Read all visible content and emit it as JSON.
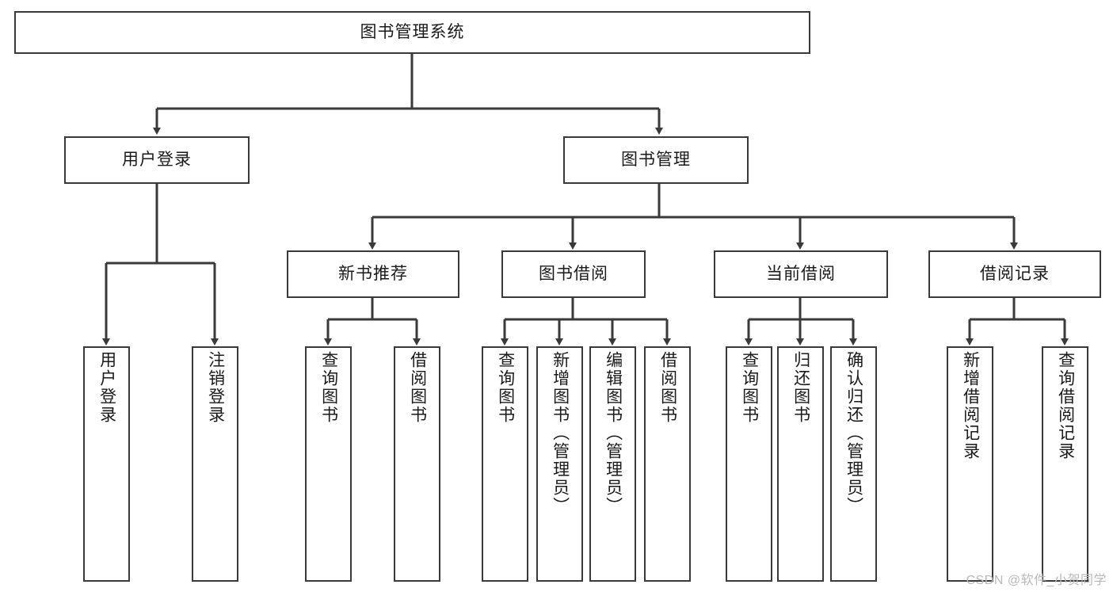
{
  "diagram": {
    "title": "图书管理系统",
    "watermark": "CSDN @软件_小贺同学",
    "colors": {
      "box_border": "#3a3a3a",
      "edge": "#3a3a3a",
      "background": "#ffffff",
      "text": "#1a1a1a",
      "watermark": "#b9b9b9"
    },
    "root": {
      "label": "图书管理系统"
    },
    "level2": [
      {
        "label": "用户登录"
      },
      {
        "label": "图书管理"
      }
    ],
    "level3": [
      {
        "label": "新书推荐"
      },
      {
        "label": "图书借阅"
      },
      {
        "label": "当前借阅"
      },
      {
        "label": "借阅记录"
      }
    ],
    "leaves": {
      "user_login": [
        {
          "label": "用户登录"
        },
        {
          "label": "注销登录"
        }
      ],
      "new_book": [
        {
          "label": "查询图书"
        },
        {
          "label": "借阅图书"
        }
      ],
      "book_borrow": [
        {
          "label": "查询图书"
        },
        {
          "label": "新增图书（管理员）"
        },
        {
          "label": "编辑图书（管理员）"
        },
        {
          "label": "借阅图书"
        }
      ],
      "current_borrow": [
        {
          "label": "查询图书"
        },
        {
          "label": "归还图书"
        },
        {
          "label": "确认归还（管理员）"
        }
      ],
      "borrow_record": [
        {
          "label": "新增借阅记录"
        },
        {
          "label": "查询借阅记录"
        }
      ]
    }
  }
}
